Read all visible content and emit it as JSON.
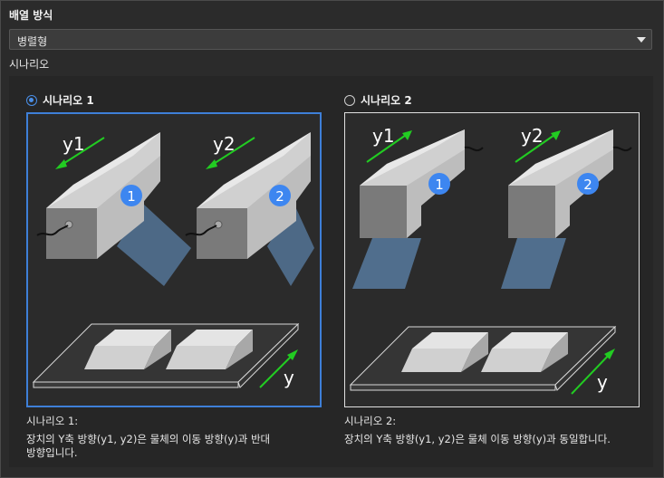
{
  "section": {
    "title": "배열 방식"
  },
  "dropdown": {
    "value": "병렬형"
  },
  "scenario_label": "시나리오",
  "scenarios": [
    {
      "radio_label": "시나리오 1",
      "selected": true,
      "caption_title": "시나리오 1:",
      "caption_text": "장치의 Y축 방향(y1, y2)은 물체의 이동 방향(y)과 반대\n방향입니다.",
      "labels": {
        "y1": "y1",
        "y2": "y2",
        "y": "y",
        "n1": "1",
        "n2": "2"
      }
    },
    {
      "radio_label": "시나리오 2",
      "selected": false,
      "caption_title": "시나리오 2:",
      "caption_text": "장치의 Y축 방향(y1, y2)은 물체 이동 방향(y)과 동일합니다.",
      "labels": {
        "y1": "y1",
        "y2": "y2",
        "y": "y",
        "n1": "1",
        "n2": "2"
      }
    }
  ],
  "colors": {
    "accent": "#3e7fd8",
    "arrow": "#22cc22",
    "badge": "#3d86f0"
  }
}
